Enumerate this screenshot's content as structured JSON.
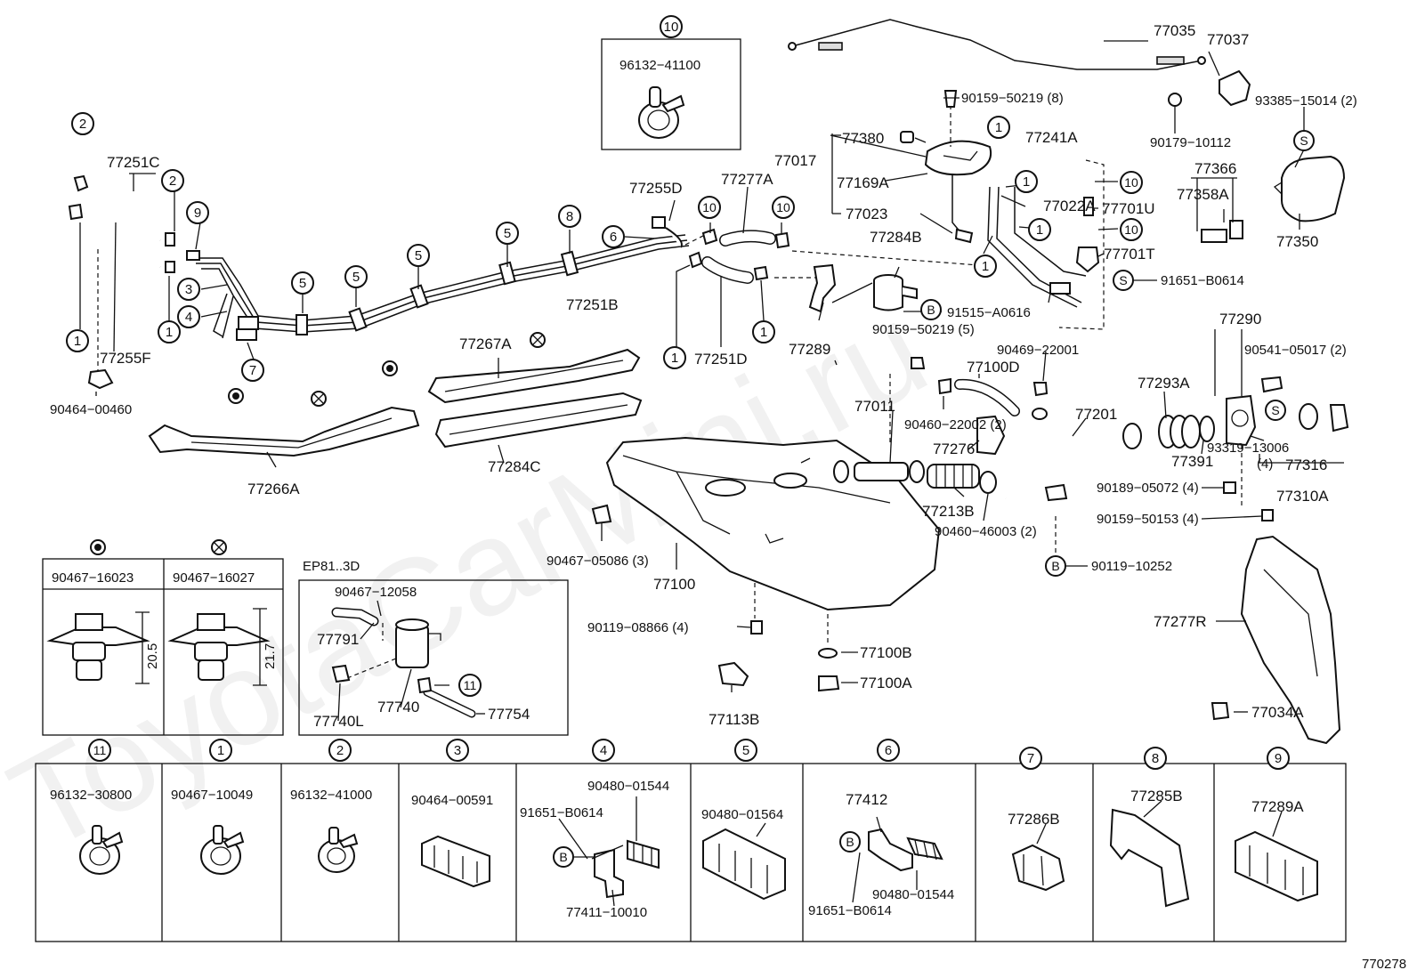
{
  "watermark": "ToyotaCarMini.ru",
  "diagram_code": "770278",
  "variant_title": "EP81..3D",
  "callouts": [
    {
      "id": "c10top",
      "t": "10"
    },
    {
      "id": "c2a",
      "t": "2"
    },
    {
      "id": "c2b",
      "t": "2"
    },
    {
      "id": "c9",
      "t": "9"
    },
    {
      "id": "c3",
      "t": "3"
    },
    {
      "id": "c4",
      "t": "4"
    },
    {
      "id": "c7",
      "t": "7"
    },
    {
      "id": "c1a",
      "t": "1"
    },
    {
      "id": "c1b",
      "t": "1"
    },
    {
      "id": "c5a",
      "t": "5"
    },
    {
      "id": "c5b",
      "t": "5"
    },
    {
      "id": "c5c",
      "t": "5"
    },
    {
      "id": "c5d",
      "t": "5"
    },
    {
      "id": "c8",
      "t": "8"
    },
    {
      "id": "c6",
      "t": "6"
    },
    {
      "id": "c10a",
      "t": "10"
    },
    {
      "id": "c10b",
      "t": "10"
    },
    {
      "id": "c1c",
      "t": "1"
    },
    {
      "id": "c1d",
      "t": "1"
    },
    {
      "id": "c1e",
      "t": "1"
    },
    {
      "id": "c1f",
      "t": "1"
    },
    {
      "id": "c1g",
      "t": "1"
    },
    {
      "id": "c1h",
      "t": "1"
    },
    {
      "id": "c10c",
      "t": "10"
    },
    {
      "id": "c10d",
      "t": "10"
    },
    {
      "id": "c11v",
      "t": "11"
    },
    {
      "id": "sA",
      "t": "S"
    },
    {
      "id": "sB",
      "t": "S"
    },
    {
      "id": "sC",
      "t": "S"
    },
    {
      "id": "bA",
      "t": "B"
    },
    {
      "id": "bB",
      "t": "B"
    },
    {
      "id": "bC",
      "t": "B"
    },
    {
      "id": "bD",
      "t": "B"
    }
  ],
  "labels": [
    {
      "id": "p77035",
      "t": "77035"
    },
    {
      "id": "p77037",
      "t": "77037"
    },
    {
      "id": "p9015950219_8",
      "t": "90159−50219 (8)"
    },
    {
      "id": "p9017910112",
      "t": "90179−10112"
    },
    {
      "id": "p9338515014",
      "t": "93385−15014 (2)"
    },
    {
      "id": "p9613241100",
      "t": "96132−41100"
    },
    {
      "id": "p77380",
      "t": "77380"
    },
    {
      "id": "p77017",
      "t": "77017"
    },
    {
      "id": "p77169A",
      "t": "77169A"
    },
    {
      "id": "p77023",
      "t": "77023"
    },
    {
      "id": "p77241A",
      "t": "77241A"
    },
    {
      "id": "p77022A",
      "t": "77022A"
    },
    {
      "id": "p77701U",
      "t": "77701U"
    },
    {
      "id": "p77701T",
      "t": "77701T"
    },
    {
      "id": "p77366",
      "t": "77366"
    },
    {
      "id": "p77358A",
      "t": "77358A"
    },
    {
      "id": "p77350",
      "t": "77350"
    },
    {
      "id": "p91651B0614a",
      "t": "91651−B0614"
    },
    {
      "id": "p77251C",
      "t": "77251C"
    },
    {
      "id": "p77255F",
      "t": "77255F"
    },
    {
      "id": "p9046400460",
      "t": "90464−00460"
    },
    {
      "id": "p77255D",
      "t": "77255D"
    },
    {
      "id": "p77277A",
      "t": "77277A"
    },
    {
      "id": "p77251B",
      "t": "77251B"
    },
    {
      "id": "p77251D",
      "t": "77251D"
    },
    {
      "id": "p77284B",
      "t": "77284B"
    },
    {
      "id": "p91515A0616",
      "t": "91515−A0616"
    },
    {
      "id": "p77289",
      "t": "77289"
    },
    {
      "id": "p9015950219_5",
      "t": "90159−50219 (5)"
    },
    {
      "id": "p77267A",
      "t": "77267A"
    },
    {
      "id": "p77284C",
      "t": "77284C"
    },
    {
      "id": "p77266A",
      "t": "77266A"
    },
    {
      "id": "p9046922001",
      "t": "90469−22001"
    },
    {
      "id": "p77100D",
      "t": "77100D"
    },
    {
      "id": "p9046022002",
      "t": "90460−22002 (2)"
    },
    {
      "id": "p77011",
      "t": "77011"
    },
    {
      "id": "p77276",
      "t": "77276"
    },
    {
      "id": "p77213B",
      "t": "77213B"
    },
    {
      "id": "p9046046003",
      "t": "90460−46003 (2)"
    },
    {
      "id": "p77201",
      "t": "77201"
    },
    {
      "id": "p77290",
      "t": "77290"
    },
    {
      "id": "p9054105017",
      "t": "90541−05017 (2)"
    },
    {
      "id": "p77293A",
      "t": "77293A"
    },
    {
      "id": "p77391",
      "t": "77391"
    },
    {
      "id": "p9331913006",
      "t": "93319−13006"
    },
    {
      "id": "p4",
      "t": "(4)"
    },
    {
      "id": "p77316",
      "t": "77316"
    },
    {
      "id": "p77310A",
      "t": "77310A"
    },
    {
      "id": "p9018905072",
      "t": "90189−05072 (4)"
    },
    {
      "id": "p9015950153",
      "t": "90159−50153 (4)"
    },
    {
      "id": "p9011910252",
      "t": "90119−10252"
    },
    {
      "id": "p9046705086",
      "t": "90467−05086 (3)"
    },
    {
      "id": "p77100",
      "t": "77100"
    },
    {
      "id": "p9011908866",
      "t": "90119−08866 (4)"
    },
    {
      "id": "p77100B",
      "t": "77100B"
    },
    {
      "id": "p77100A",
      "t": "77100A"
    },
    {
      "id": "p77113B",
      "t": "77113B"
    },
    {
      "id": "p77277R",
      "t": "77277R"
    },
    {
      "id": "p77034A",
      "t": "77034A"
    },
    {
      "id": "p9046712058",
      "t": "90467−12058"
    },
    {
      "id": "p77791",
      "t": "77791"
    },
    {
      "id": "p77740L",
      "t": "77740L"
    },
    {
      "id": "p77740",
      "t": "77740"
    },
    {
      "id": "p77754",
      "t": "77754"
    }
  ],
  "fastener_table": [
    {
      "symbol": "◎",
      "part": "90467−16023",
      "dim": "20.5"
    },
    {
      "symbol": "⊗",
      "part": "90467−16027",
      "dim": "21.7"
    }
  ],
  "legend": [
    {
      "num": "11",
      "part": "96132−30800"
    },
    {
      "num": "1",
      "part": "90467−10049"
    },
    {
      "num": "2",
      "part": "96132−41000"
    },
    {
      "num": "3",
      "part": "90464−00591"
    },
    {
      "num": "4",
      "part": "90480−01544",
      "extra": [
        "91651−B0614",
        "77411−10010"
      ],
      "mark": "B"
    },
    {
      "num": "5",
      "part": "90480−01564"
    },
    {
      "num": "6",
      "part": "77412",
      "extra": [
        "90480−01544",
        "91651−B0614"
      ],
      "mark": "B"
    },
    {
      "num": "7",
      "part": "77286B"
    },
    {
      "num": "8",
      "part": "77285B"
    },
    {
      "num": "9",
      "part": "77289A"
    }
  ]
}
